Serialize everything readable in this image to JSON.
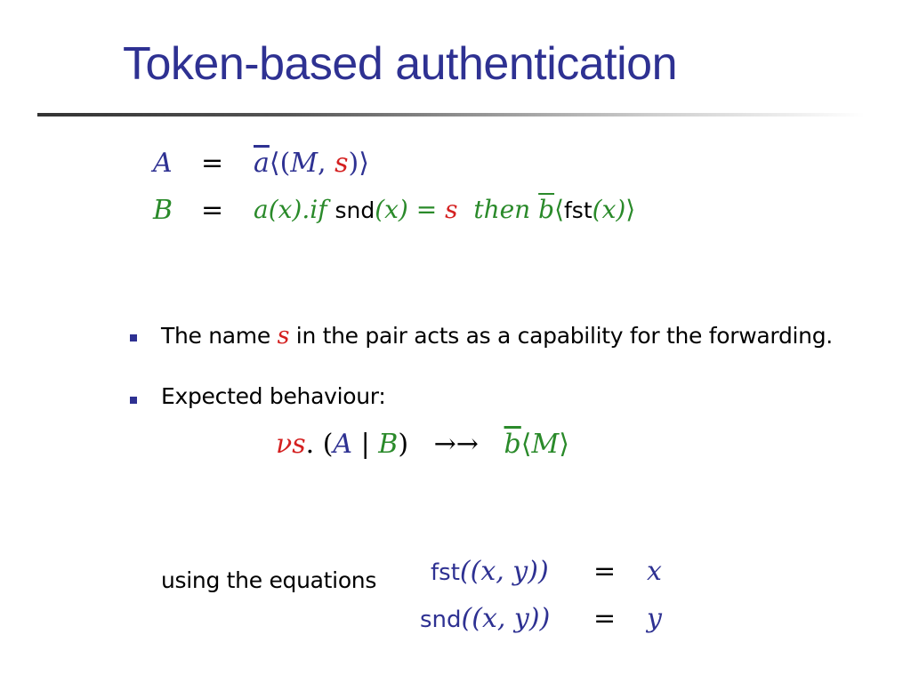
{
  "slide": {
    "title": "Token-based authentication",
    "definitions": {
      "A": {
        "lhs": "A",
        "rel": "=",
        "chan": "a",
        "open": "⟨(",
        "M": "M",
        "comma": ", ",
        "s": "s",
        "close": ")⟩"
      },
      "B": {
        "lhs": "B",
        "rel": "=",
        "in": "a(x).",
        "if": "if",
        "snd": "snd",
        "arg1": "(x)",
        "eq": "=",
        "s": "s",
        "then": "then",
        "chan": "b",
        "open": "⟨",
        "fst": "fst",
        "arg2": "(x)",
        "close": "⟩"
      }
    },
    "bullets": [
      {
        "pre": "The name ",
        "sym": "s",
        "post": " in the pair acts as a capability for the forwarding."
      },
      {
        "text": "Expected behaviour:"
      }
    ],
    "behaviour": {
      "nu": "νs",
      "dot": ". (",
      "A": "A",
      "bar": " | ",
      "B": "B",
      "close": ")",
      "arrow": "→→",
      "chan": "b",
      "out": "⟨",
      "M": "M",
      "out_close": "⟩"
    },
    "equations_label": "using the equations",
    "equations": [
      {
        "fn": "fst",
        "arg": "((x, y))",
        "rel": "=",
        "rhs": "x"
      },
      {
        "fn": "snd",
        "arg": "((x, y))",
        "rel": "=",
        "rhs": "y"
      }
    ]
  }
}
